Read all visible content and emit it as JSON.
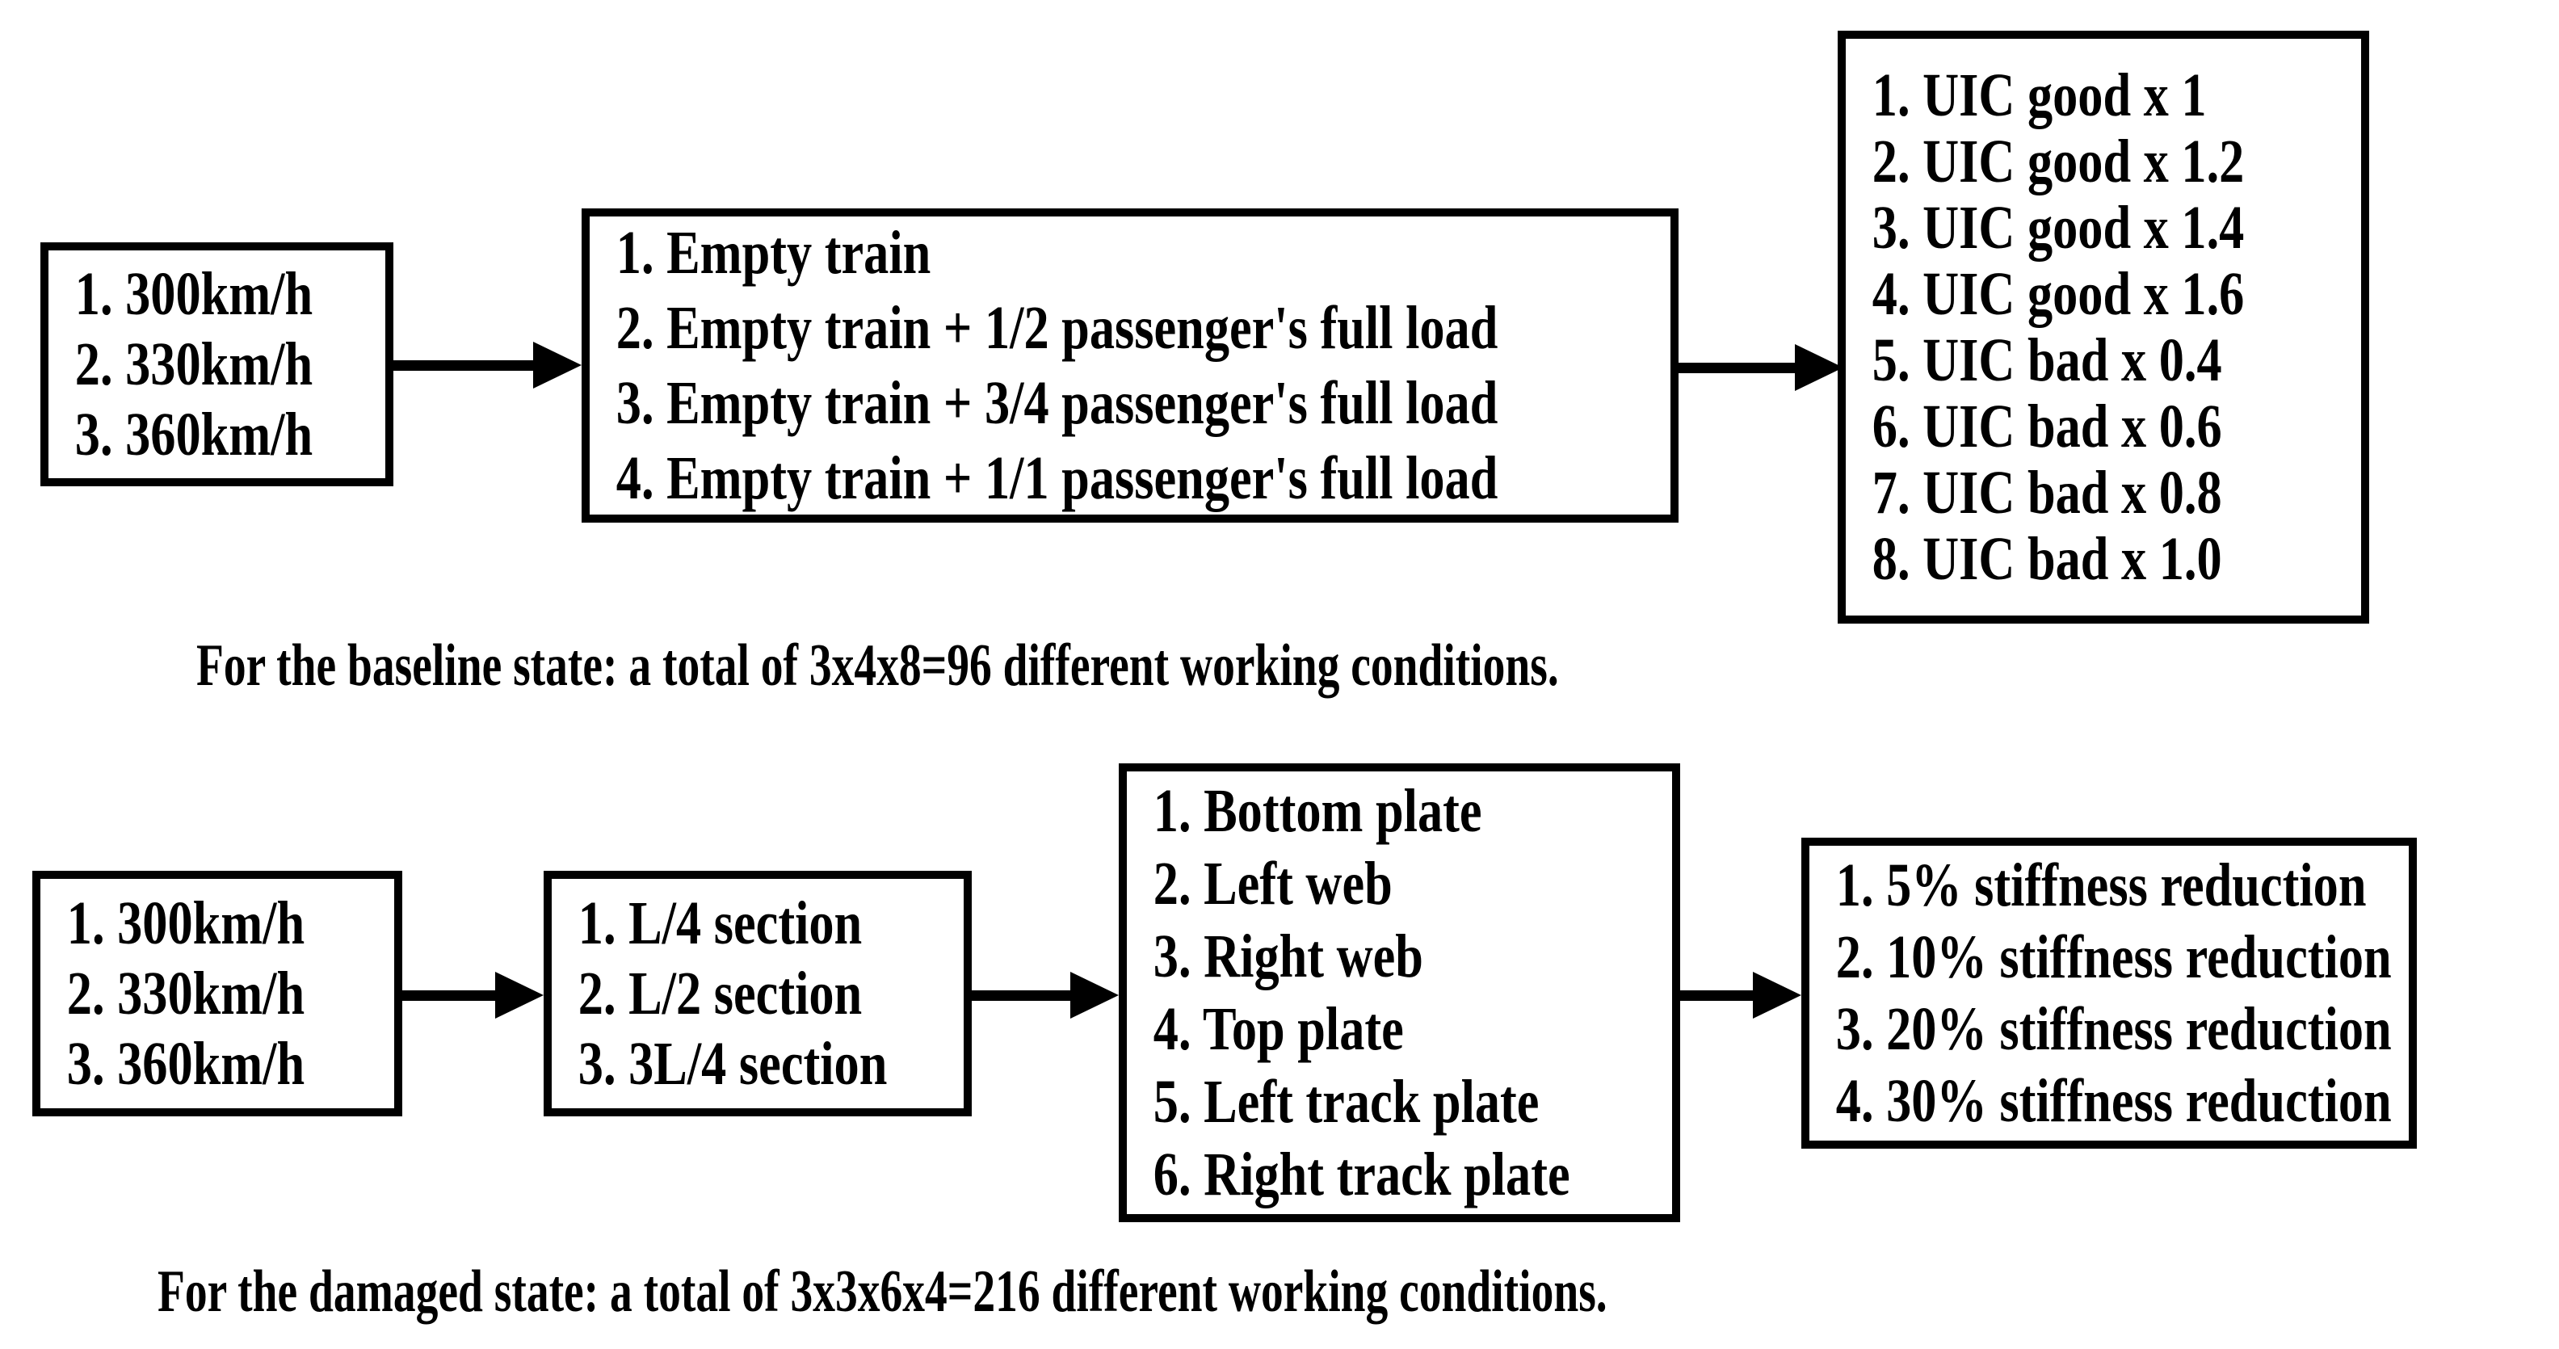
{
  "figure": {
    "ink_color": "#000000",
    "background_color": "#ffffff"
  },
  "baseline_flow": {
    "speed_box": {
      "items": [
        "1. 300km/h",
        "2. 330km/h",
        "3. 360km/h"
      ]
    },
    "load_case_box": {
      "items": [
        "1. Empty train",
        "2. Empty train + 1/2 passenger's full load",
        "3. Empty train + 3/4 passenger's full load",
        "4. Empty train + 1/1 passenger's full load"
      ]
    },
    "track_irregularity_box": {
      "items": [
        "1. UIC good x 1",
        "2. UIC good x 1.2",
        "3. UIC good x 1.4",
        "4. UIC good x 1.6",
        "5. UIC bad x 0.4",
        "6. UIC bad x 0.6",
        "7. UIC bad x 0.8",
        "8. UIC bad x 1.0"
      ]
    },
    "caption": "For the baseline state: a total of 3x4x8=96 different working conditions."
  },
  "damaged_flow": {
    "speed_box": {
      "items": [
        "1. 300km/h",
        "2. 330km/h",
        "3. 360km/h"
      ]
    },
    "section_box": {
      "items": [
        "1. L/4 section",
        "2. L/2 section",
        "3. 3L/4 section"
      ]
    },
    "damage_location_box": {
      "items": [
        "1. Bottom plate",
        "2. Left web",
        "3. Right web",
        "4. Top plate",
        "5. Left track plate",
        "6. Right track plate"
      ]
    },
    "stiffness_reduction_box": {
      "items": [
        "1. 5% stiffness reduction",
        "2. 10% stiffness reduction",
        "3. 20% stiffness reduction",
        "4. 30% stiffness reduction"
      ]
    },
    "caption": "For the damaged state: a total of 3x3x6x4=216 different working conditions."
  }
}
